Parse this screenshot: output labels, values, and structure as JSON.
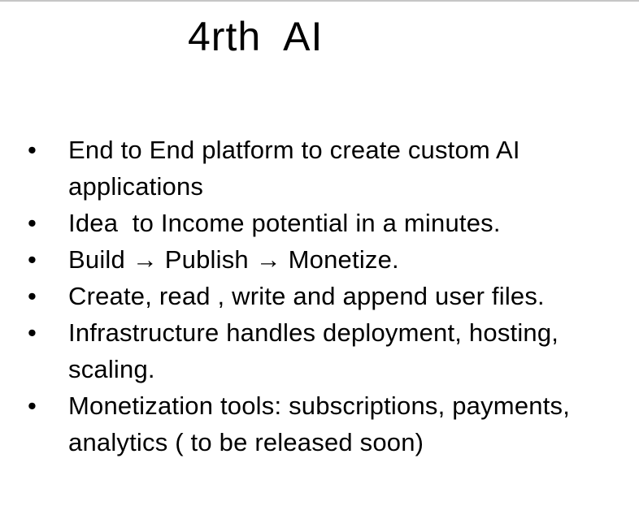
{
  "slide": {
    "title": "4rth  AI",
    "bullet_char": "•",
    "bullets": [
      "End to End platform to create custom AI applications",
      "Idea  to Income potential in a minutes.",
      "Build → Publish → Monetize.",
      "Create, read , write and append user files.",
      "Infrastructure handles deployment, hosting, scaling.",
      "Monetization tools: subscriptions, payments, analytics ( to be released soon)"
    ],
    "colors": {
      "background": "#ffffff",
      "text": "#000000",
      "top_border": "#c6c6c6"
    }
  }
}
